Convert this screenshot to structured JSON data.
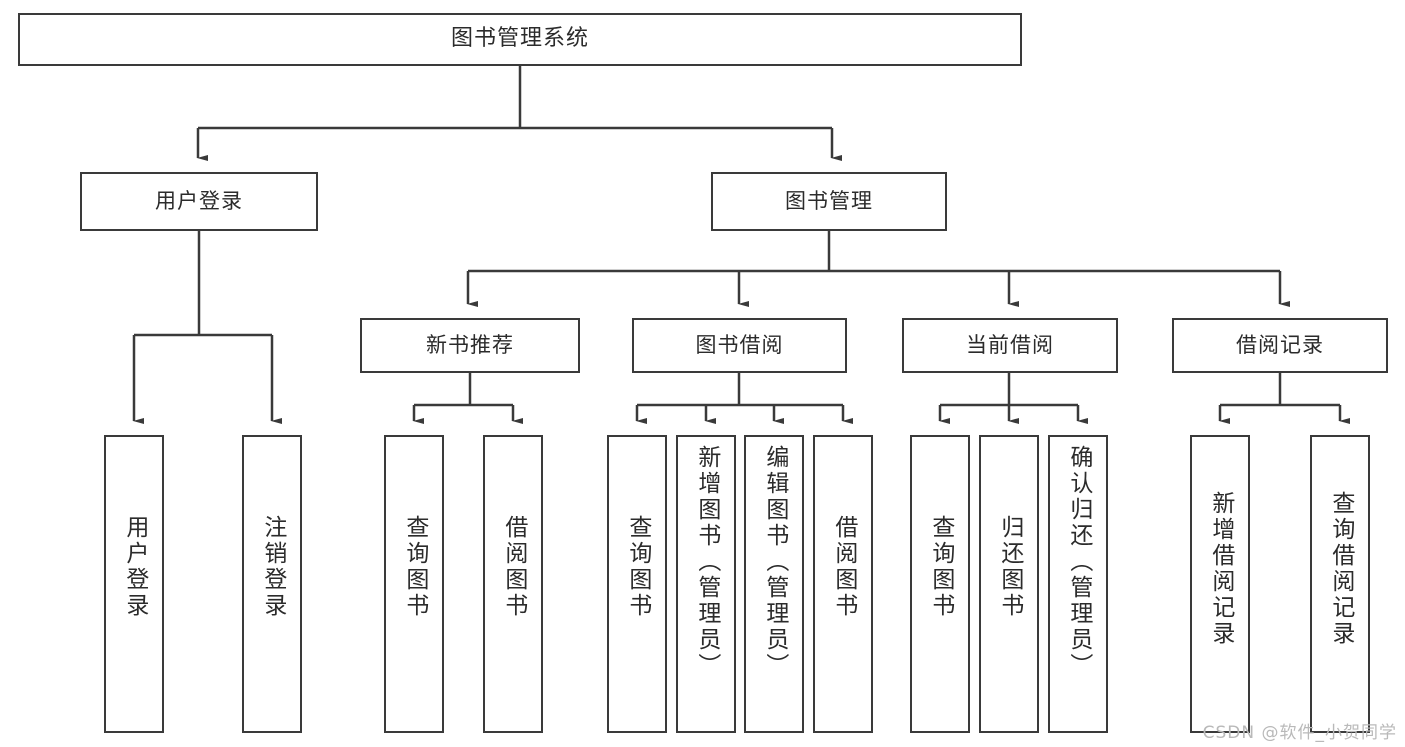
{
  "diagram": {
    "title": "图书管理系统",
    "type": "tree",
    "root": {
      "label": "图书管理系统"
    },
    "level2": [
      {
        "label": "用户登录"
      },
      {
        "label": "图书管理"
      }
    ],
    "level3": [
      {
        "label": "新书推荐"
      },
      {
        "label": "图书借阅"
      },
      {
        "label": "当前借阅"
      },
      {
        "label": "借阅记录"
      }
    ],
    "leaves": {
      "user_login": [
        {
          "label": "用户登录"
        },
        {
          "label": "注销登录"
        }
      ],
      "new_book_recommend": [
        {
          "label": "查询图书"
        },
        {
          "label": "借阅图书"
        }
      ],
      "book_borrow": [
        {
          "label": "查询图书"
        },
        {
          "label": "新增图书（管理员）"
        },
        {
          "label": "编辑图书（管理员）"
        },
        {
          "label": "借阅图书"
        }
      ],
      "current_borrow": [
        {
          "label": "查询图书"
        },
        {
          "label": "归还图书"
        },
        {
          "label": "确认归还（管理员）"
        }
      ],
      "borrow_record": [
        {
          "label": "新增借阅记录"
        },
        {
          "label": "查询借阅记录"
        }
      ]
    },
    "watermark": "CSDN @软件_小贺同学",
    "colors": {
      "stroke": "#3a3a3a",
      "fill": "#ffffff",
      "text": "#2b2b2b",
      "watermark": "#b9b9b9"
    }
  }
}
